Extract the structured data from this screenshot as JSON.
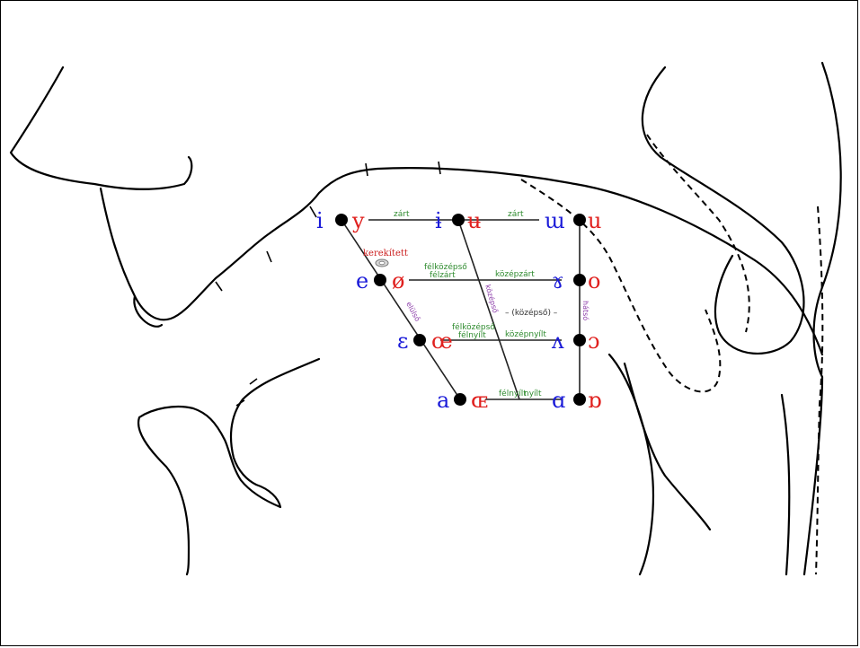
{
  "heights": {
    "close": "zárt",
    "close_mid": "középzárt",
    "mid": "– (középső) –",
    "open_mid": "középnyílt",
    "open": "nyílt"
  },
  "small_labels": {
    "close_small": "zárt",
    "close_mid_small_1": "félközépső",
    "close_mid_small_2": "félzárt",
    "open_mid_small_1": "félközépső",
    "open_mid_small_2": "félnyílt",
    "open_small": "félnyílt"
  },
  "backness": {
    "front": "elülső",
    "central": "középső",
    "back": "hátsó"
  },
  "rounding_note": "kerekített",
  "vowels": {
    "i": "i",
    "y": "y",
    "barred_i": "ɨ",
    "barred_u": "ʉ",
    "turned_m": "ɯ",
    "u": "u",
    "e": "e",
    "slashed_o": "ø",
    "rams_horns": "ɤ",
    "o": "o",
    "epsilon": "ɛ",
    "oe": "œ",
    "turned_v": "ʌ",
    "open_o": "ɔ",
    "a": "a",
    "small_cap_oe": "ɶ",
    "script_a": "ɑ",
    "turned_script_a": "ɒ"
  },
  "colors": {
    "unrounded": "#1a1ad8",
    "rounded": "#e0201e",
    "height_label": "#2e8b2e",
    "backness_label": "#8a3aa8"
  }
}
